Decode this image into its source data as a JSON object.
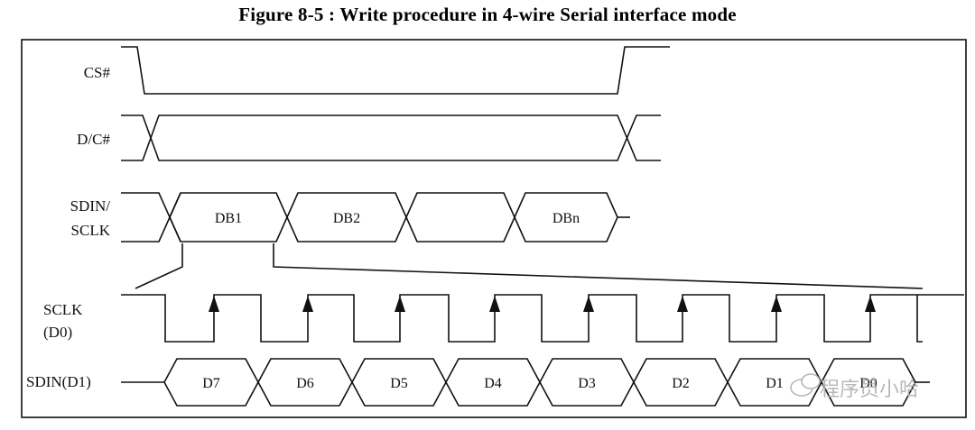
{
  "figure_title": "Figure 8-5 : Write procedure in 4-wire Serial interface mode",
  "signals": {
    "cs": "CS#",
    "dc": "D/C#",
    "sdin_sclk_1": "SDIN/",
    "sdin_sclk_2": "SCLK",
    "sclk_1": "SCLK",
    "sclk_2": "(D0)",
    "sdin_d1": "SDIN(D1)"
  },
  "bytes": [
    "DB1",
    "DB2",
    "",
    "DBn"
  ],
  "bits": [
    "D7",
    "D6",
    "D5",
    "D4",
    "D3",
    "D2",
    "D1",
    "D0"
  ],
  "watermark": "程序员小哈"
}
